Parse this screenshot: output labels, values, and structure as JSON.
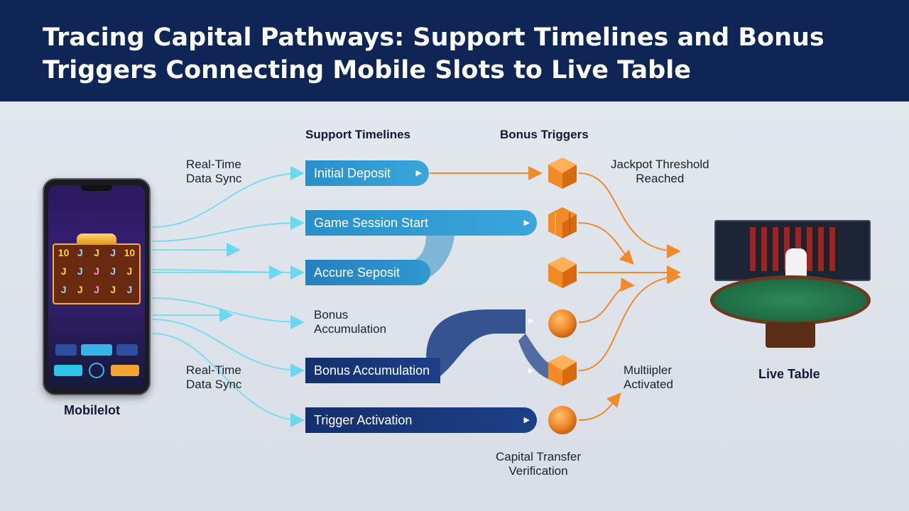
{
  "title": "Tracing Capital Pathways: Support Timelines and Bonus Triggers Connecting Mobile Slots to Live Table",
  "columns": {
    "support": "Support Timelines",
    "bonus": "Bonus Triggers"
  },
  "left_labels": {
    "sync_top": "Real-Time\nData Sync",
    "sync_bottom": "Real-Time\nData Sync"
  },
  "timelines": [
    {
      "label": "Initial Deposit",
      "style": "light"
    },
    {
      "label": "Game Session Start",
      "style": "light"
    },
    {
      "label": "Accure Seposit",
      "style": "mid"
    },
    {
      "label": "Bonus\nAccumulation",
      "style": "plain"
    },
    {
      "label": "Bonus Accumulation",
      "style": "dark"
    },
    {
      "label": "Trigger Activation",
      "style": "dark"
    }
  ],
  "triggers": [
    {
      "shape": "cube-icon"
    },
    {
      "shape": "cube-open-icon"
    },
    {
      "shape": "cube-icon"
    },
    {
      "shape": "sphere-icon"
    },
    {
      "shape": "cube-icon"
    },
    {
      "shape": "sphere-icon"
    }
  ],
  "right_labels": {
    "jackpot": "Jackpot Threshold\nReached",
    "multiplier": "Multiipler\nActivated",
    "verification": "Capital Transfer\nVerification"
  },
  "phone": {
    "caption": "Mobilelot",
    "reels": [
      "10",
      "J",
      "J",
      "J",
      "10",
      "J",
      "J",
      "J",
      "J",
      "J",
      "J",
      "J",
      "J",
      "J",
      "J"
    ]
  },
  "table": {
    "caption": "Live Table"
  },
  "colors": {
    "header": "#0f2556",
    "orange": "#f08a2c",
    "cyan": "#5fd8f0"
  }
}
